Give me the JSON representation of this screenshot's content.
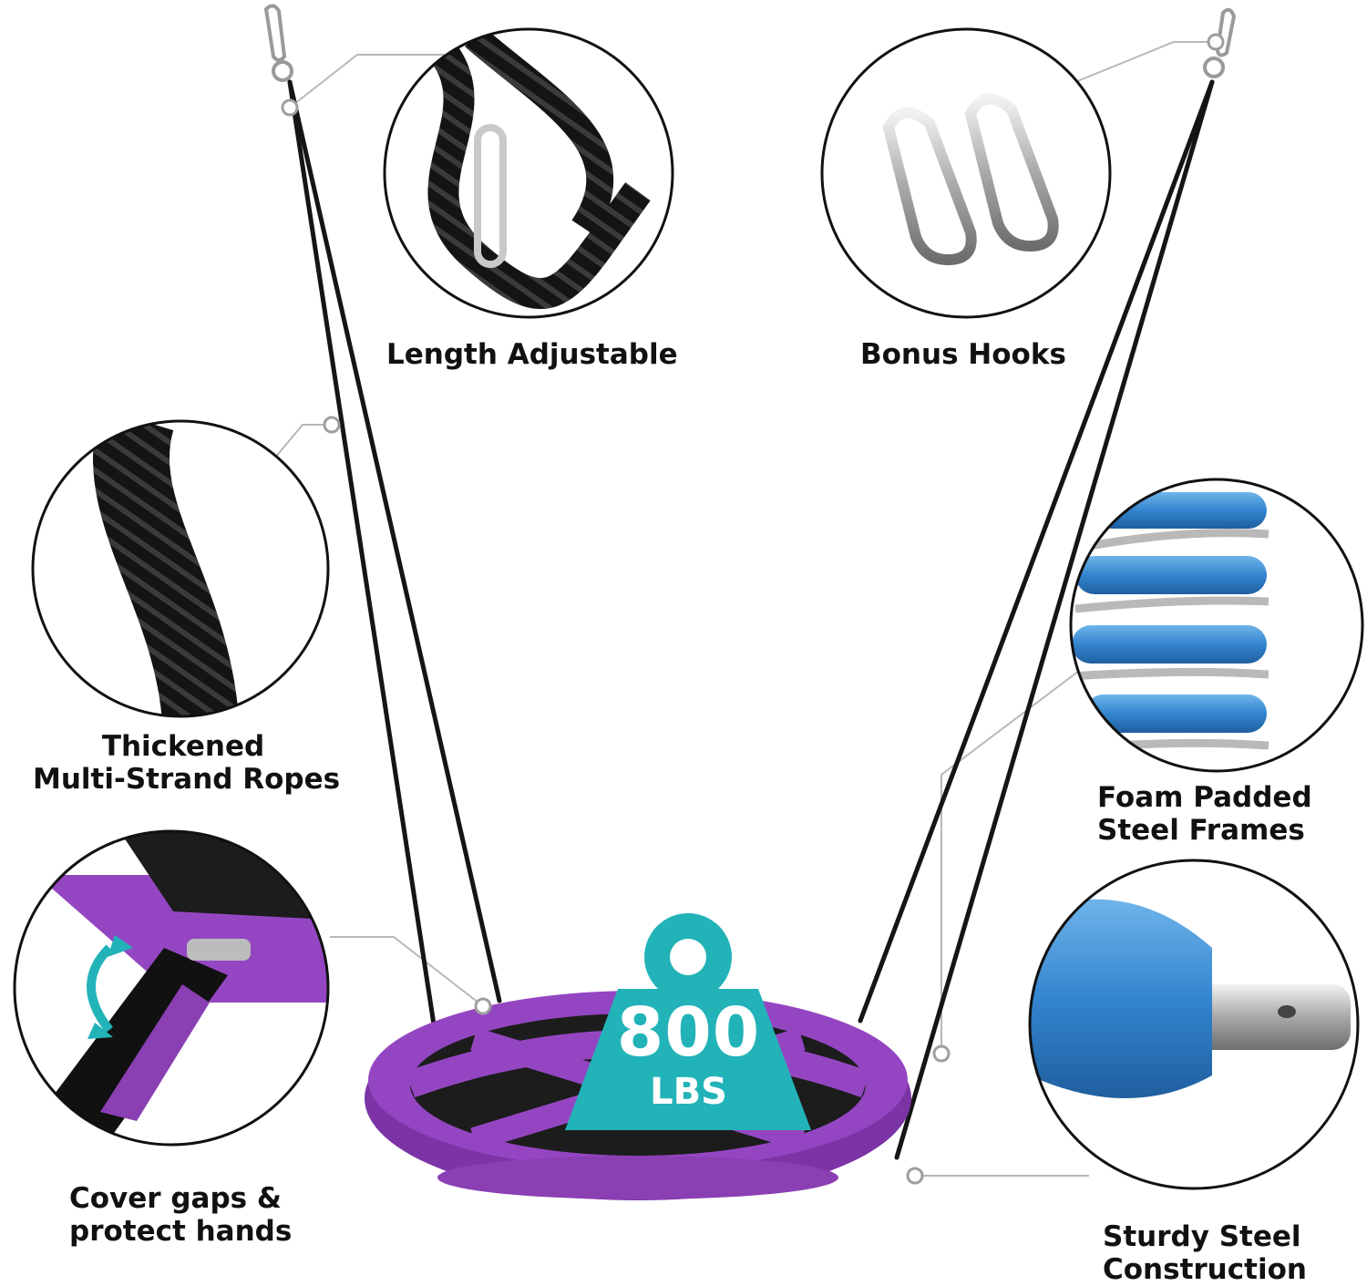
{
  "features": {
    "length_adjustable": "Length Adjustable",
    "bonus_hooks": "Bonus Hooks",
    "ropes_line1": "Thickened",
    "ropes_line2": "Multi-Strand Ropes",
    "foam_line1": "Foam Padded",
    "foam_line2": "Steel Frames",
    "cover_line1": "Cover gaps &",
    "cover_line2": "protect hands",
    "steel_line1": "Sturdy Steel",
    "steel_line2": "Construction"
  },
  "badge": {
    "capacity": "800",
    "unit": "LBS",
    "color": "#22b3b8"
  },
  "colors": {
    "seat": "#8a3fb3",
    "seat_dark": "#5e2a86",
    "foam": "#3f8fd3",
    "rope": "#151515",
    "leader": "#b5b5b5"
  }
}
